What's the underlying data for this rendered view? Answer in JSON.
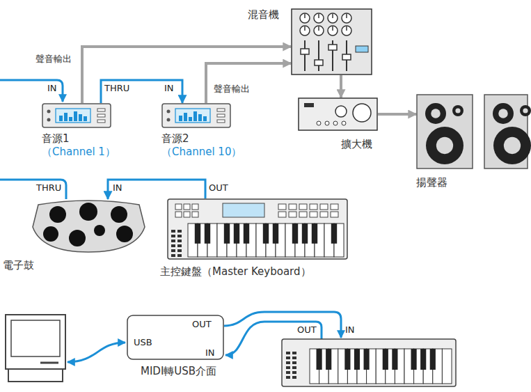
{
  "diagram": {
    "nodes": [
      {
        "text": [
          "混音機"
        ]
      },
      {
        "text": [
          "音源1",
          "（Channel 1）"
        ]
      },
      {
        "text": [
          "音源2",
          "（Channel 10）"
        ]
      },
      {
        "text": [
          "擴大機"
        ]
      },
      {
        "text": [
          "揚聲器"
        ]
      },
      {
        "text": [
          "電子鼓"
        ]
      },
      {
        "text": [
          "主控鍵盤（Master Keyboard）"
        ]
      },
      {
        "text": [
          "MIDI轉USB介面"
        ]
      }
    ],
    "edges": [
      {
        "from": 1,
        "to": 0,
        "arrow": "to",
        "label": "聲音輸出"
      },
      {
        "from": 2,
        "to": 0,
        "arrow": "to",
        "label": "聲音輸出"
      },
      {
        "from": 1,
        "to": 2,
        "arrow": "to"
      },
      {
        "from": 0,
        "to": 3,
        "arrow": "to"
      },
      {
        "from": 3,
        "to": 4,
        "arrow": "to"
      },
      {
        "from": 6,
        "to": 5,
        "arrow": "to"
      }
    ],
    "labels": [
      "IN",
      "THRU",
      "IN",
      "THRU",
      "IN",
      "OUT",
      "USB",
      "OUT",
      "IN",
      "OUT",
      "IN"
    ]
  }
}
